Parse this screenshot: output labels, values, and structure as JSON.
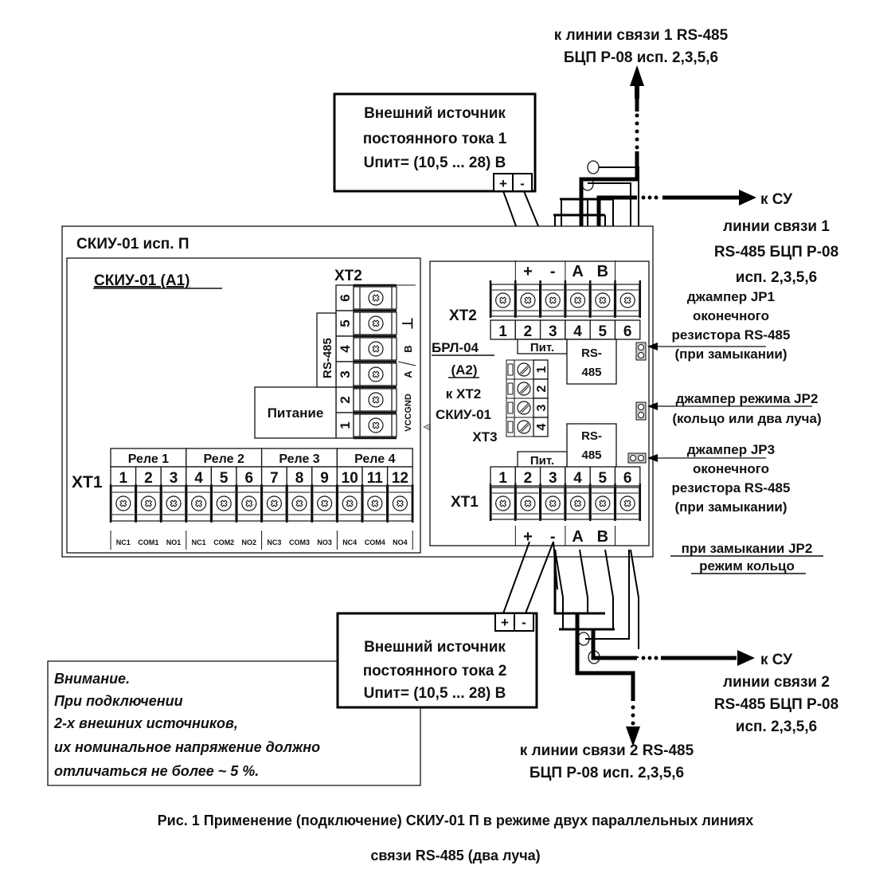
{
  "top_line1": {
    "line1": "к линии связи 1 RS-485",
    "line2": "БЦП Р-08 исп. 2,3,5,6"
  },
  "su_line1": {
    "line1": "к СУ",
    "line2": "линии связи 1",
    "line3": "RS-485 БЦП Р-08",
    "line4": "исп. 2,3,5,6"
  },
  "psu1": {
    "line1": "Внешний источник",
    "line2": "постоянного тока 1",
    "line3": "Uпит= (10,5 ... 28) В",
    "plus": "+",
    "minus": "-"
  },
  "psu2": {
    "line1": "Внешний источник",
    "line2": "постоянного тока 2",
    "line3": "Uпит= (10,5 ... 28) В",
    "plus": "+",
    "minus": "-"
  },
  "device": {
    "title": "СКИУ-01 исп. П",
    "a1": {
      "title": "СКИУ-01  (А1)",
      "xt2_label": "ХТ2",
      "xt2_pins": [
        "6",
        "5",
        "4",
        "3",
        "2",
        "1"
      ],
      "xt2_signals": [
        "⊥",
        "B",
        "A",
        "VCCGND"
      ],
      "rs485_label": "RS-485",
      "power_label": "Питание",
      "xt1_label": "ХТ1",
      "relays": [
        "Реле 1",
        "Реле 2",
        "Реле 3",
        "Реле 4"
      ],
      "xt1_pins": [
        "1",
        "2",
        "3",
        "4",
        "5",
        "6",
        "7",
        "8",
        "9",
        "10",
        "11",
        "12"
      ],
      "xt1_signals": [
        "NC1",
        "COM1",
        "NO1",
        "NC1",
        "COM2",
        "NO2",
        "NC3",
        "COM3",
        "NO3",
        "NC4",
        "COM4",
        "NO4"
      ]
    },
    "a2": {
      "title": "БРЛ-04",
      "subtitle": "(А2)",
      "to_xt2": "к ХТ2",
      "to_device": "СКИУ-01",
      "xt3_label": "ХТ3",
      "xt3_pins": [
        "1",
        "2",
        "3",
        "4"
      ],
      "xt2_label": "ХТ2",
      "xt1_label": "ХТ1",
      "pins": [
        "1",
        "2",
        "3",
        "4",
        "5",
        "6"
      ],
      "terminal_signs": [
        "+",
        "-",
        "A",
        "B"
      ],
      "pit_label": "Пит.",
      "rs_label_1": "RS-",
      "rs_label_2": "485"
    }
  },
  "jumpers": {
    "jp1": {
      "line1": "джампер JP1",
      "line2": "оконечного",
      "line3": "резистора RS-485",
      "line4": "(при замыкании)"
    },
    "jp2": {
      "line1": "джампер режима JP2",
      "line2": "(кольцо или два луча)"
    },
    "jp3": {
      "line1": "джампер JP3",
      "line2": "оконечного",
      "line3": "резистора RS-485",
      "line4": "(при замыкании)"
    },
    "ring_note": {
      "line1": "при замыкании JP2",
      "line2": "режим кольцо"
    }
  },
  "su_line2": {
    "line1": "к СУ",
    "line2": "линии связи 2",
    "line3": "RS-485 БЦП Р-08",
    "line4": "исп. 2,3,5,6"
  },
  "bottom_line2": {
    "line1": "к линии связи 2 RS-485",
    "line2": "БЦП Р-08 исп. 2,3,5,6"
  },
  "warning": {
    "line1": "Внимание.",
    "line2": "При подключении",
    "line3": "2-х внешних источников,",
    "line4": "их номинальное напряжение должно",
    "line5": "отличаться не более ~ 5 %."
  },
  "caption": {
    "line1": "Рис. 1 Применение (подключение) СКИУ-01 П в режиме двух параллельных линиях",
    "line2": "связи RS-485 (два луча)"
  }
}
